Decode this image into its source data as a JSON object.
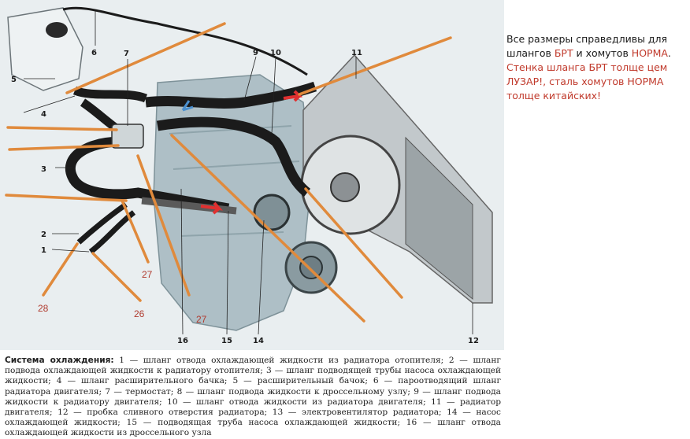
{
  "note": {
    "line1": "Все размеры справедливы для шлангов ",
    "brand1": "БРТ",
    "mid1": " и хомутов ",
    "brand2": "НОРМА",
    "end1": ".",
    "red_text": "Стенка шланга БРТ толще цем ЛУЗАР!, сталь хомутов НОРМА толще китайских!"
  },
  "callouts": {
    "n1": "1",
    "n2": "2",
    "n3": "3",
    "n4": "4",
    "n5": "5",
    "n6": "6",
    "n7": "7",
    "n9": "9",
    "n10": "10",
    "n11": "11",
    "n12": "12",
    "n14": "14",
    "n15": "15",
    "n16": "16"
  },
  "annotations": {
    "a28": "28",
    "a26": "26",
    "a27a": "27",
    "a27b": "27"
  },
  "colors": {
    "orange_line": "#e08a3c",
    "hose": "#1b1b1b",
    "engine": "#a9bcc4",
    "arrow": "#e03030"
  },
  "caption": {
    "title": "Система охлаждения:",
    "body": " 1 — шланг отвода охлаждающей жидкости из радиатора отопителя; 2 — шланг подвода охлаждающей жидкости к радиатору отопителя; 3 — шланг подводящей трубы насоса охлаждающей жидкости; 4 — шланг расширительного бачка; 5 — расширительный бачок; 6 — пароотводящий шланг радиатора двигателя; 7 — термостат; 8 — шланг подвода жидкости к дроссельному узлу; 9 — шланг подвода жидкости к радиатору двигателя; 10 — шланг отвода жидкости из радиатора двигателя; 11 — радиатор двигателя; 12 — пробка сливного отверстия радиатора; 13 — электровентилятор радиатора; 14 — насос охлаждающей жидкости; 15 — подводящая труба насоса охлаждающей жидкости; 16 — шланг отвода охлаждающей жидкости из дроссельного узла"
  }
}
